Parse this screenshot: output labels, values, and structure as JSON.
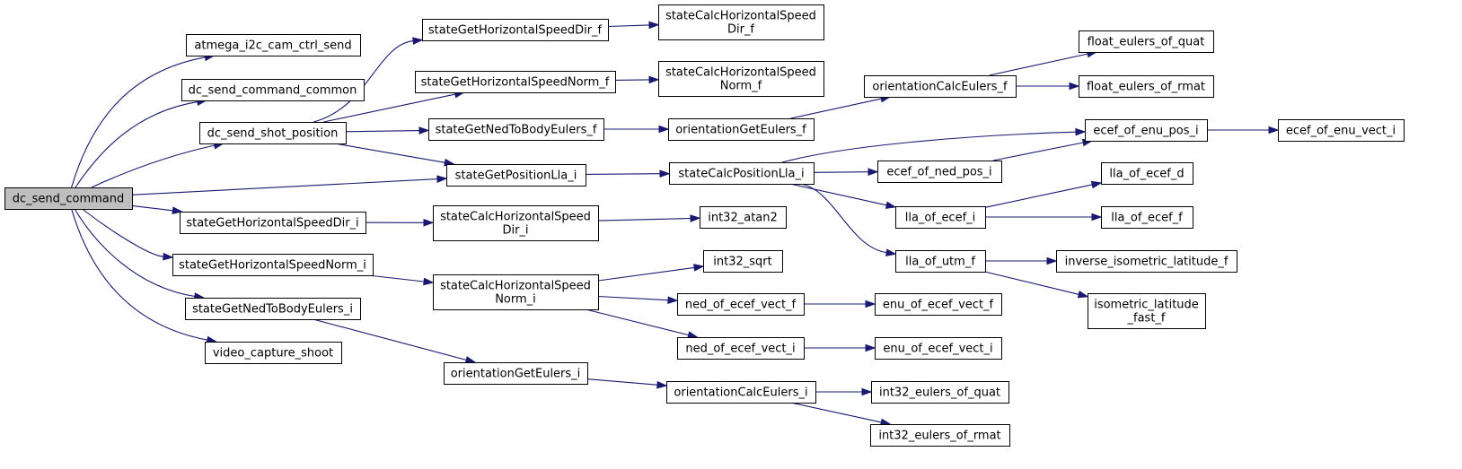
{
  "diagram": {
    "type": "call-graph",
    "edge_color": "#191970",
    "root_fill": "#bfbfbf",
    "nodes": [
      {
        "id": "dc_send_command",
        "label": [
          "dc_send_command"
        ],
        "root": true
      },
      {
        "id": "atmega_i2c_cam_ctrl_send",
        "label": [
          "atmega_i2c_cam_ctrl_send"
        ]
      },
      {
        "id": "dc_send_command_common",
        "label": [
          "dc_send_command_common"
        ]
      },
      {
        "id": "dc_send_shot_position",
        "label": [
          "dc_send_shot_position"
        ]
      },
      {
        "id": "stateGetPositionLla_i",
        "label": [
          "stateGetPositionLla_i"
        ]
      },
      {
        "id": "stateGetHorizontalSpeedDir_i",
        "label": [
          "stateGetHorizontalSpeedDir_i"
        ]
      },
      {
        "id": "stateGetHorizontalSpeedNorm_i",
        "label": [
          "stateGetHorizontalSpeedNorm_i"
        ]
      },
      {
        "id": "stateGetNedToBodyEulers_i",
        "label": [
          "stateGetNedToBodyEulers_i"
        ]
      },
      {
        "id": "video_capture_shoot",
        "label": [
          "video_capture_shoot"
        ]
      },
      {
        "id": "stateGetHorizontalSpeedDir_f",
        "label": [
          "stateGetHorizontalSpeedDir_f"
        ]
      },
      {
        "id": "stateGetHorizontalSpeedNorm_f",
        "label": [
          "stateGetHorizontalSpeedNorm_f"
        ]
      },
      {
        "id": "stateGetNedToBodyEulers_f",
        "label": [
          "stateGetNedToBodyEulers_f"
        ]
      },
      {
        "id": "stateCalcHorizontalSpeedDir_f",
        "label": [
          "stateCalcHorizontalSpeed",
          "Dir_f"
        ]
      },
      {
        "id": "stateCalcHorizontalSpeedNorm_f",
        "label": [
          "stateCalcHorizontalSpeed",
          "Norm_f"
        ]
      },
      {
        "id": "orientationGetEulers_f",
        "label": [
          "orientationGetEulers_f"
        ]
      },
      {
        "id": "orientationCalcEulers_f",
        "label": [
          "orientationCalcEulers_f"
        ]
      },
      {
        "id": "float_eulers_of_quat",
        "label": [
          "float_eulers_of_quat"
        ]
      },
      {
        "id": "float_eulers_of_rmat",
        "label": [
          "float_eulers_of_rmat"
        ]
      },
      {
        "id": "stateCalcPositionLla_i",
        "label": [
          "stateCalcPositionLla_i"
        ]
      },
      {
        "id": "ecef_of_enu_pos_i",
        "label": [
          "ecef_of_enu_pos_i"
        ]
      },
      {
        "id": "ecef_of_enu_vect_i",
        "label": [
          "ecef_of_enu_vect_i"
        ]
      },
      {
        "id": "ecef_of_ned_pos_i",
        "label": [
          "ecef_of_ned_pos_i"
        ]
      },
      {
        "id": "lla_of_ecef_i",
        "label": [
          "lla_of_ecef_i"
        ]
      },
      {
        "id": "lla_of_ecef_d",
        "label": [
          "lla_of_ecef_d"
        ]
      },
      {
        "id": "lla_of_ecef_f",
        "label": [
          "lla_of_ecef_f"
        ]
      },
      {
        "id": "lla_of_utm_f",
        "label": [
          "lla_of_utm_f"
        ]
      },
      {
        "id": "inverse_isometric_latitude_f",
        "label": [
          "inverse_isometric_latitude_f"
        ]
      },
      {
        "id": "isometric_latitude_fast_f",
        "label": [
          "isometric_latitude",
          "_fast_f"
        ]
      },
      {
        "id": "stateCalcHorizontalSpeedDir_i",
        "label": [
          "stateCalcHorizontalSpeed",
          "Dir_i"
        ]
      },
      {
        "id": "int32_atan2",
        "label": [
          "int32_atan2"
        ]
      },
      {
        "id": "stateCalcHorizontalSpeedNorm_i",
        "label": [
          "stateCalcHorizontalSpeed",
          "Norm_i"
        ]
      },
      {
        "id": "int32_sqrt",
        "label": [
          "int32_sqrt"
        ]
      },
      {
        "id": "ned_of_ecef_vect_f",
        "label": [
          "ned_of_ecef_vect_f"
        ]
      },
      {
        "id": "enu_of_ecef_vect_f",
        "label": [
          "enu_of_ecef_vect_f"
        ]
      },
      {
        "id": "ned_of_ecef_vect_i",
        "label": [
          "ned_of_ecef_vect_i"
        ]
      },
      {
        "id": "enu_of_ecef_vect_i",
        "label": [
          "enu_of_ecef_vect_i"
        ]
      },
      {
        "id": "orientationGetEulers_i",
        "label": [
          "orientationGetEulers_i"
        ]
      },
      {
        "id": "orientationCalcEulers_i",
        "label": [
          "orientationCalcEulers_i"
        ]
      },
      {
        "id": "int32_eulers_of_quat",
        "label": [
          "int32_eulers_of_quat"
        ]
      },
      {
        "id": "int32_eulers_of_rmat",
        "label": [
          "int32_eulers_of_rmat"
        ]
      }
    ],
    "edges": [
      [
        "dc_send_command",
        "atmega_i2c_cam_ctrl_send"
      ],
      [
        "dc_send_command",
        "dc_send_command_common"
      ],
      [
        "dc_send_command",
        "dc_send_shot_position"
      ],
      [
        "dc_send_command",
        "stateGetPositionLla_i"
      ],
      [
        "dc_send_command",
        "stateGetHorizontalSpeedDir_i"
      ],
      [
        "dc_send_command",
        "stateGetHorizontalSpeedNorm_i"
      ],
      [
        "dc_send_command",
        "stateGetNedToBodyEulers_i"
      ],
      [
        "dc_send_command",
        "video_capture_shoot"
      ],
      [
        "dc_send_shot_position",
        "stateGetHorizontalSpeedDir_f"
      ],
      [
        "dc_send_shot_position",
        "stateGetHorizontalSpeedNorm_f"
      ],
      [
        "dc_send_shot_position",
        "stateGetNedToBodyEulers_f"
      ],
      [
        "dc_send_shot_position",
        "stateGetPositionLla_i"
      ],
      [
        "stateGetHorizontalSpeedDir_f",
        "stateCalcHorizontalSpeedDir_f"
      ],
      [
        "stateGetHorizontalSpeedNorm_f",
        "stateCalcHorizontalSpeedNorm_f"
      ],
      [
        "stateGetNedToBodyEulers_f",
        "orientationGetEulers_f"
      ],
      [
        "orientationGetEulers_f",
        "orientationCalcEulers_f"
      ],
      [
        "orientationCalcEulers_f",
        "float_eulers_of_quat"
      ],
      [
        "orientationCalcEulers_f",
        "float_eulers_of_rmat"
      ],
      [
        "stateGetPositionLla_i",
        "stateCalcPositionLla_i"
      ],
      [
        "stateCalcPositionLla_i",
        "ecef_of_enu_pos_i"
      ],
      [
        "stateCalcPositionLla_i",
        "ecef_of_ned_pos_i"
      ],
      [
        "stateCalcPositionLla_i",
        "lla_of_ecef_i"
      ],
      [
        "stateCalcPositionLla_i",
        "lla_of_utm_f"
      ],
      [
        "ecef_of_ned_pos_i",
        "ecef_of_enu_pos_i"
      ],
      [
        "ecef_of_enu_pos_i",
        "ecef_of_enu_vect_i"
      ],
      [
        "lla_of_ecef_i",
        "lla_of_ecef_d"
      ],
      [
        "lla_of_ecef_i",
        "lla_of_ecef_f"
      ],
      [
        "lla_of_utm_f",
        "inverse_isometric_latitude_f"
      ],
      [
        "lla_of_utm_f",
        "isometric_latitude_fast_f"
      ],
      [
        "stateGetHorizontalSpeedDir_i",
        "stateCalcHorizontalSpeedDir_i"
      ],
      [
        "stateCalcHorizontalSpeedDir_i",
        "int32_atan2"
      ],
      [
        "stateGetHorizontalSpeedNorm_i",
        "stateCalcHorizontalSpeedNorm_i"
      ],
      [
        "stateCalcHorizontalSpeedNorm_i",
        "int32_sqrt"
      ],
      [
        "stateCalcHorizontalSpeedNorm_i",
        "ned_of_ecef_vect_f"
      ],
      [
        "stateCalcHorizontalSpeedNorm_i",
        "ned_of_ecef_vect_i"
      ],
      [
        "ned_of_ecef_vect_f",
        "enu_of_ecef_vect_f"
      ],
      [
        "ned_of_ecef_vect_i",
        "enu_of_ecef_vect_i"
      ],
      [
        "stateGetNedToBodyEulers_i",
        "orientationGetEulers_i"
      ],
      [
        "orientationGetEulers_i",
        "orientationCalcEulers_i"
      ],
      [
        "orientationCalcEulers_i",
        "int32_eulers_of_quat"
      ],
      [
        "orientationCalcEulers_i",
        "int32_eulers_of_rmat"
      ]
    ]
  }
}
